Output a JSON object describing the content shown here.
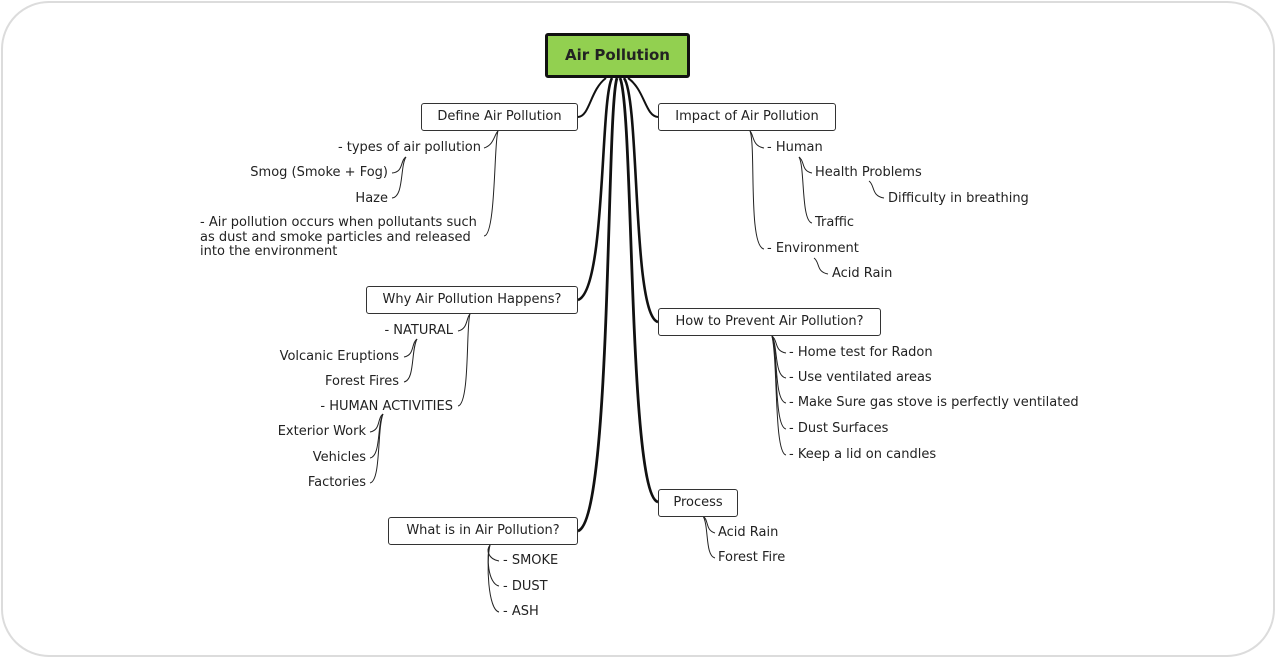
{
  "root": "Air Pollution",
  "branches": {
    "define": {
      "label": "Define Air Pollution",
      "types": "- types of air pollution",
      "smog": "Smog (Smoke + Fog)",
      "haze": "Haze",
      "definition": "- Air pollution occurs when pollutants such as dust and smoke particles and released into the environment"
    },
    "why": {
      "label": "Why Air Pollution Happens?",
      "natural": "- NATURAL",
      "volcanic": "Volcanic Eruptions",
      "forest_fires": "Forest Fires",
      "human": "- HUMAN ACTIVITIES",
      "exterior": "Exterior Work",
      "vehicles": "Vehicles",
      "factories": "Factories"
    },
    "what": {
      "label": "What is in Air Pollution?",
      "smoke": "- SMOKE",
      "dust": "- DUST",
      "ash": "- ASH"
    },
    "impact": {
      "label": "Impact of Air Pollution",
      "human": "- Human",
      "health": "Health Problems",
      "breathing": "Difficulty in breathing",
      "traffic": "Traffic",
      "environment": "- Environment",
      "acid_rain": "Acid Rain"
    },
    "prevent": {
      "label": "How to Prevent Air Pollution?",
      "radon": "- Home test for Radon",
      "ventilated": "- Use ventilated areas",
      "gas_stove": "- Make Sure gas stove is perfectly ventilated",
      "dust": "- Dust Surfaces",
      "candles": "- Keep a lid on candles"
    },
    "process": {
      "label": "Process",
      "acid_rain": "Acid Rain",
      "forest_fire": "Forest Fire"
    }
  }
}
